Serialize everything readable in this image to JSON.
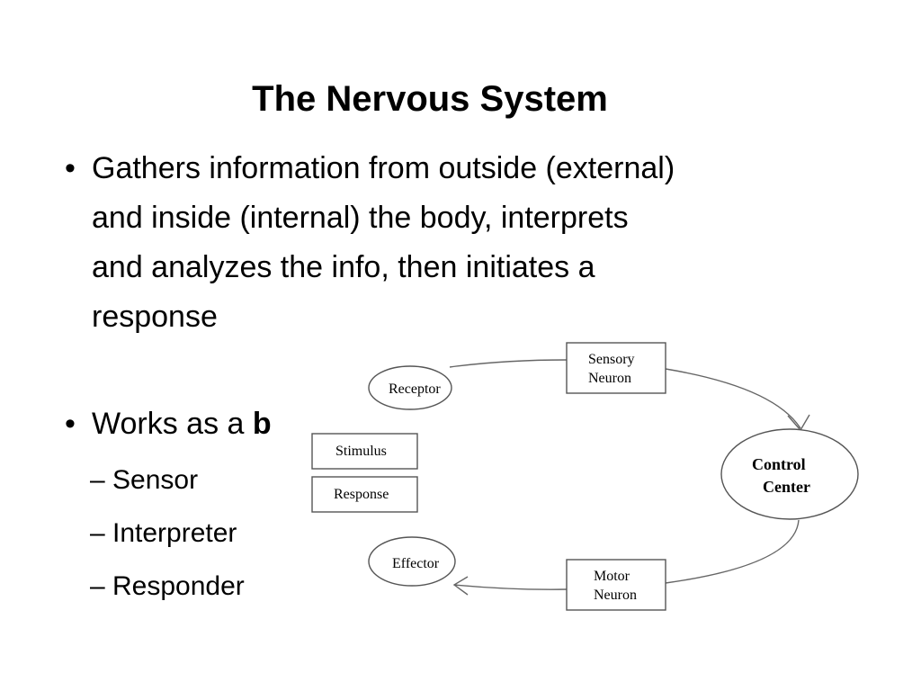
{
  "slide": {
    "title": "The Nervous System",
    "bullets": [
      {
        "marker": "•",
        "lines": [
          "Gathers information from outside (external)",
          "and inside (internal) the body, interprets",
          "and analyzes the info, then initiates a",
          "response"
        ]
      },
      {
        "marker": "•",
        "text": "Works as a ",
        "bold_text": "b",
        "sub_items": [
          "– Sensor",
          "– Interpreter",
          "– Responder"
        ]
      }
    ]
  },
  "diagram": {
    "receptor": "Receptor",
    "sensory_neuron": [
      "Sensory",
      "Neuron"
    ],
    "control_center": [
      "Control",
      "Center"
    ],
    "motor_neuron": [
      "Motor",
      "Neuron"
    ],
    "effector": "Effector",
    "stimulus": "Stimulus",
    "response": "Response"
  }
}
